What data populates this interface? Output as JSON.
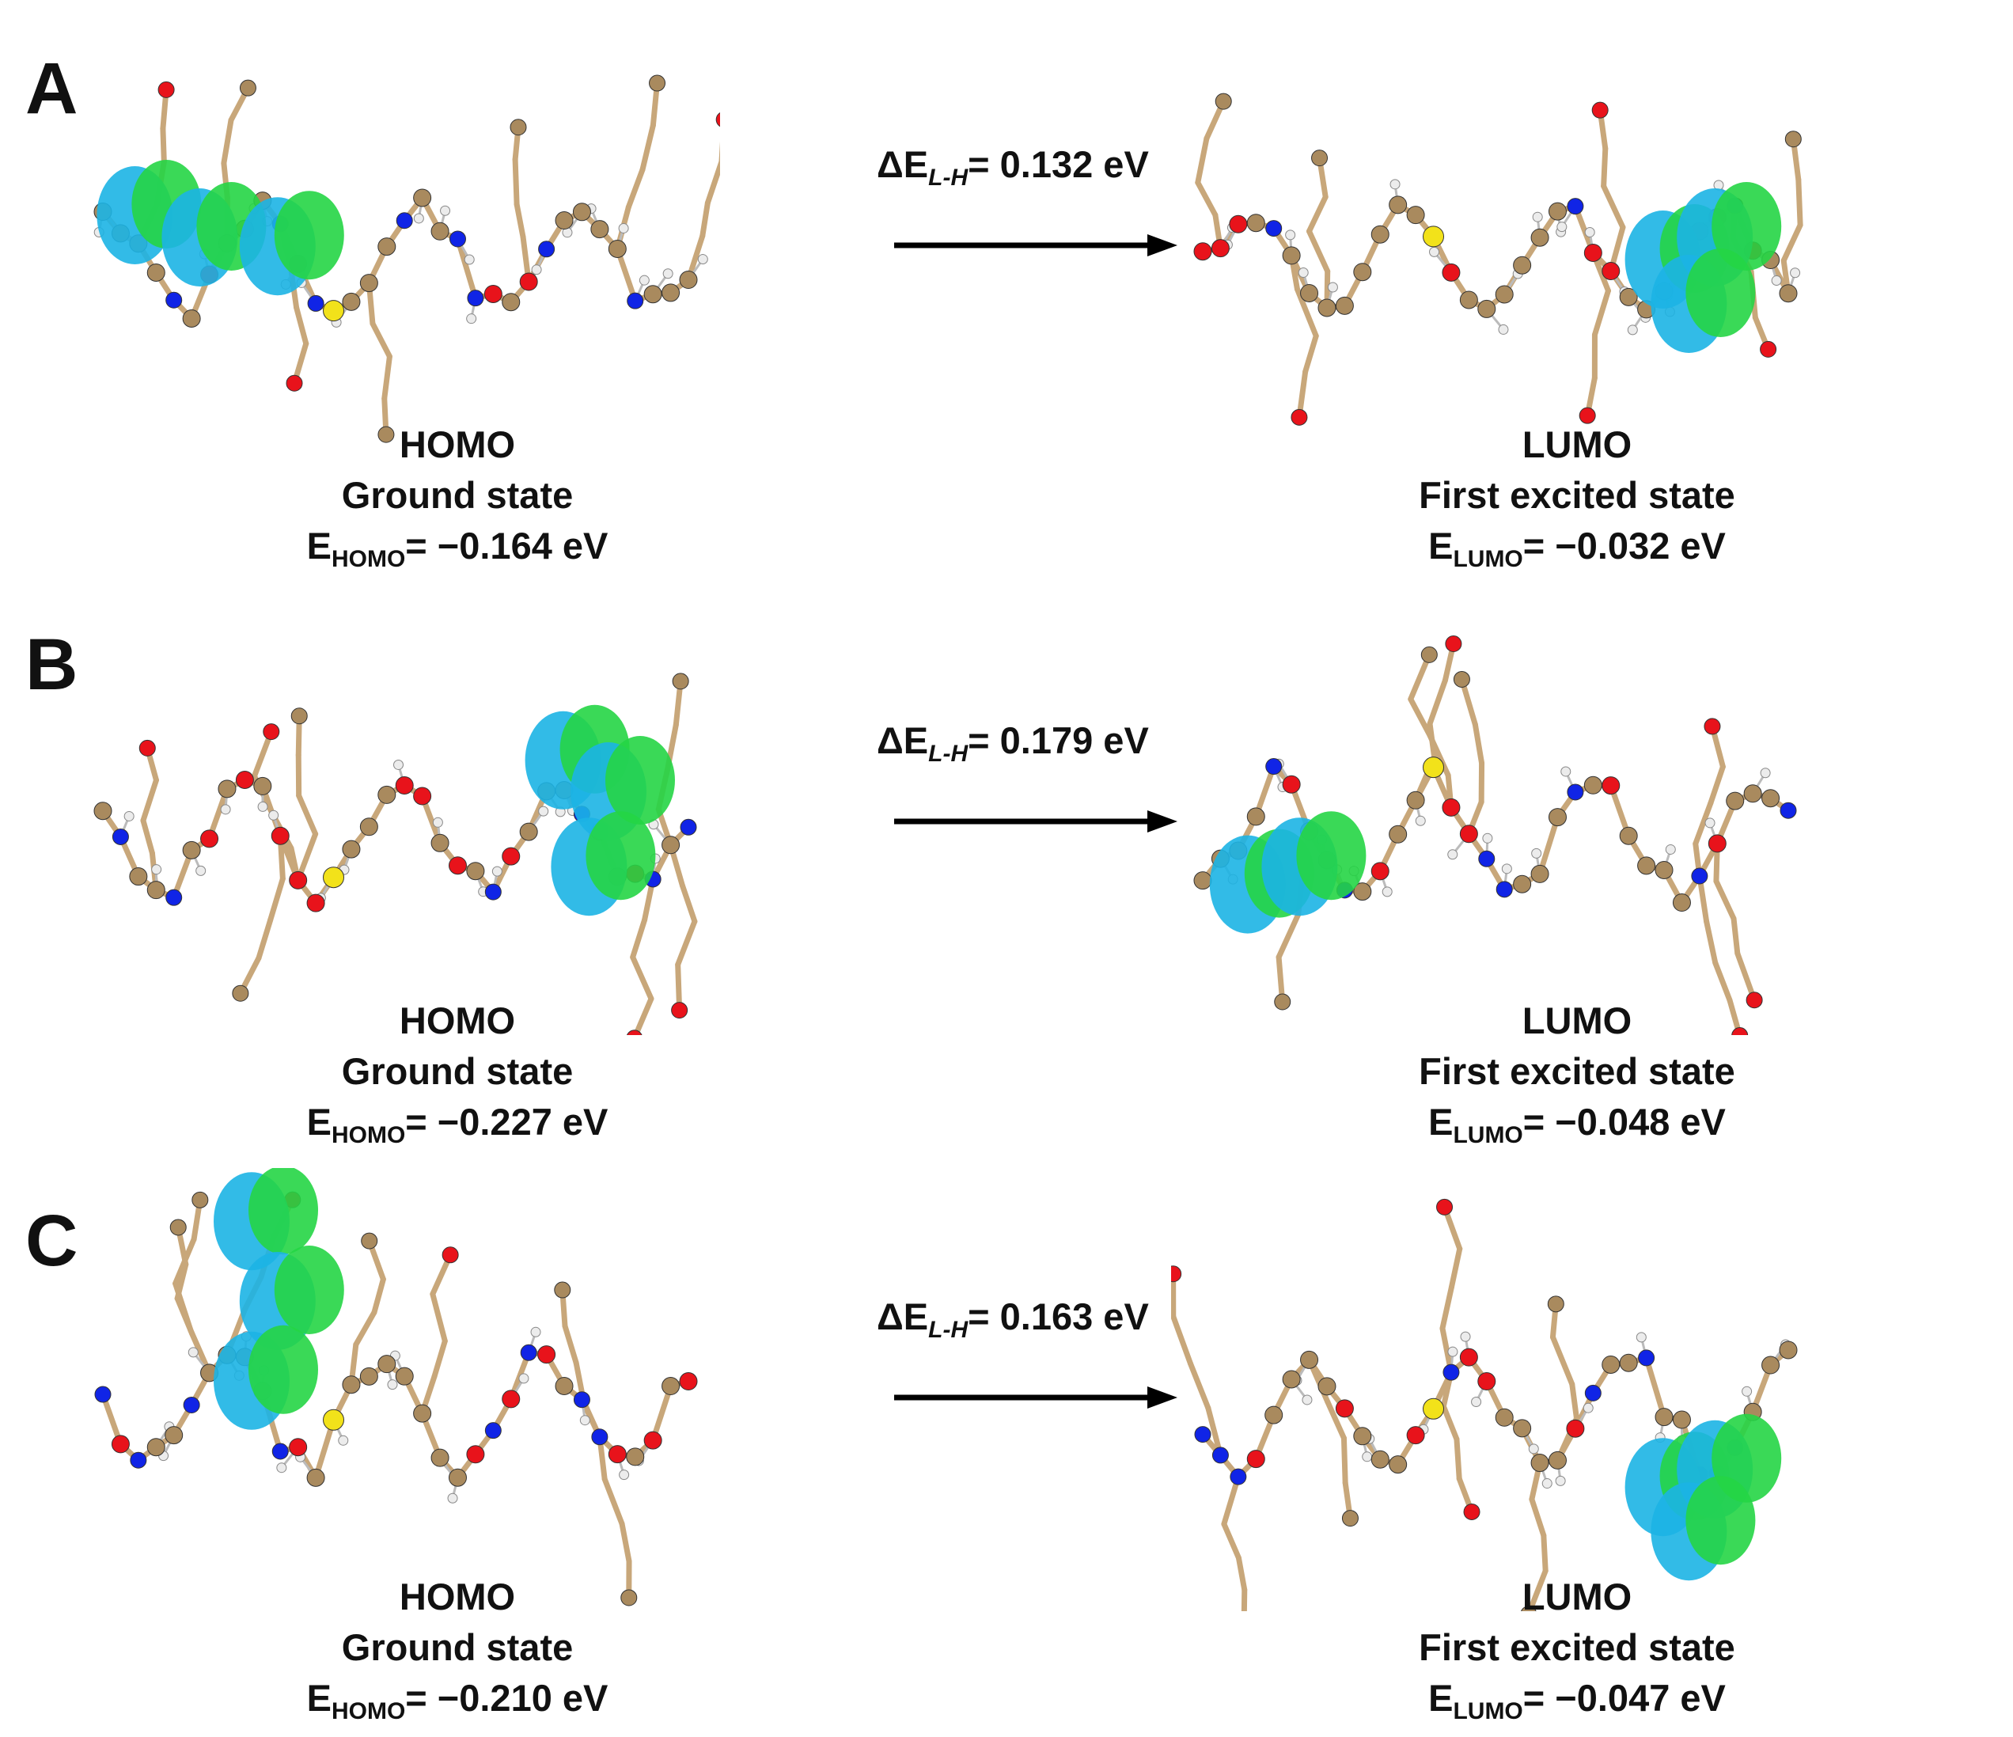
{
  "colors": {
    "carbon": "#a98a5e",
    "oxygen": "#e8131b",
    "nitrogen": "#1024e6",
    "hydrogen": "#ececec",
    "sulfur": "#f2e21a",
    "orbital_positive": "#25d545",
    "orbital_negative": "#1cb4e4",
    "bond": "#c8a77a",
    "arrow": "#000000"
  },
  "panels": [
    {
      "letter": "A",
      "gap": {
        "prefix": "ΔE",
        "sub": "L-H",
        "value": "= 0.132 eV"
      },
      "homo": {
        "orbital": "HOMO",
        "state": "Ground state",
        "energy_prefix": "E",
        "energy_sub": "HOMO",
        "energy_value": "= −0.164 eV"
      },
      "lumo": {
        "orbital": "LUMO",
        "state": "First excited state",
        "energy_prefix": "E",
        "energy_sub": "LUMO",
        "energy_value": "= −0.032 eV"
      }
    },
    {
      "letter": "B",
      "gap": {
        "prefix": "ΔE",
        "sub": "L-H",
        "value": "= 0.179 eV"
      },
      "homo": {
        "orbital": "HOMO",
        "state": "Ground state",
        "energy_prefix": "E",
        "energy_sub": "HOMO",
        "energy_value": "= −0.227 eV"
      },
      "lumo": {
        "orbital": "LUMO",
        "state": "First excited state",
        "energy_prefix": "E",
        "energy_sub": "LUMO",
        "energy_value": "= −0.048 eV"
      }
    },
    {
      "letter": "C",
      "gap": {
        "prefix": "ΔE",
        "sub": "L-H",
        "value": "= 0.163 eV"
      },
      "homo": {
        "orbital": "HOMO",
        "state": "Ground state",
        "energy_prefix": "E",
        "energy_sub": "HOMO",
        "energy_value": "= −0.210 eV"
      },
      "lumo": {
        "orbital": "LUMO",
        "state": "First excited state",
        "energy_prefix": "E",
        "energy_sub": "LUMO",
        "energy_value": "= −0.047 eV"
      }
    }
  ]
}
